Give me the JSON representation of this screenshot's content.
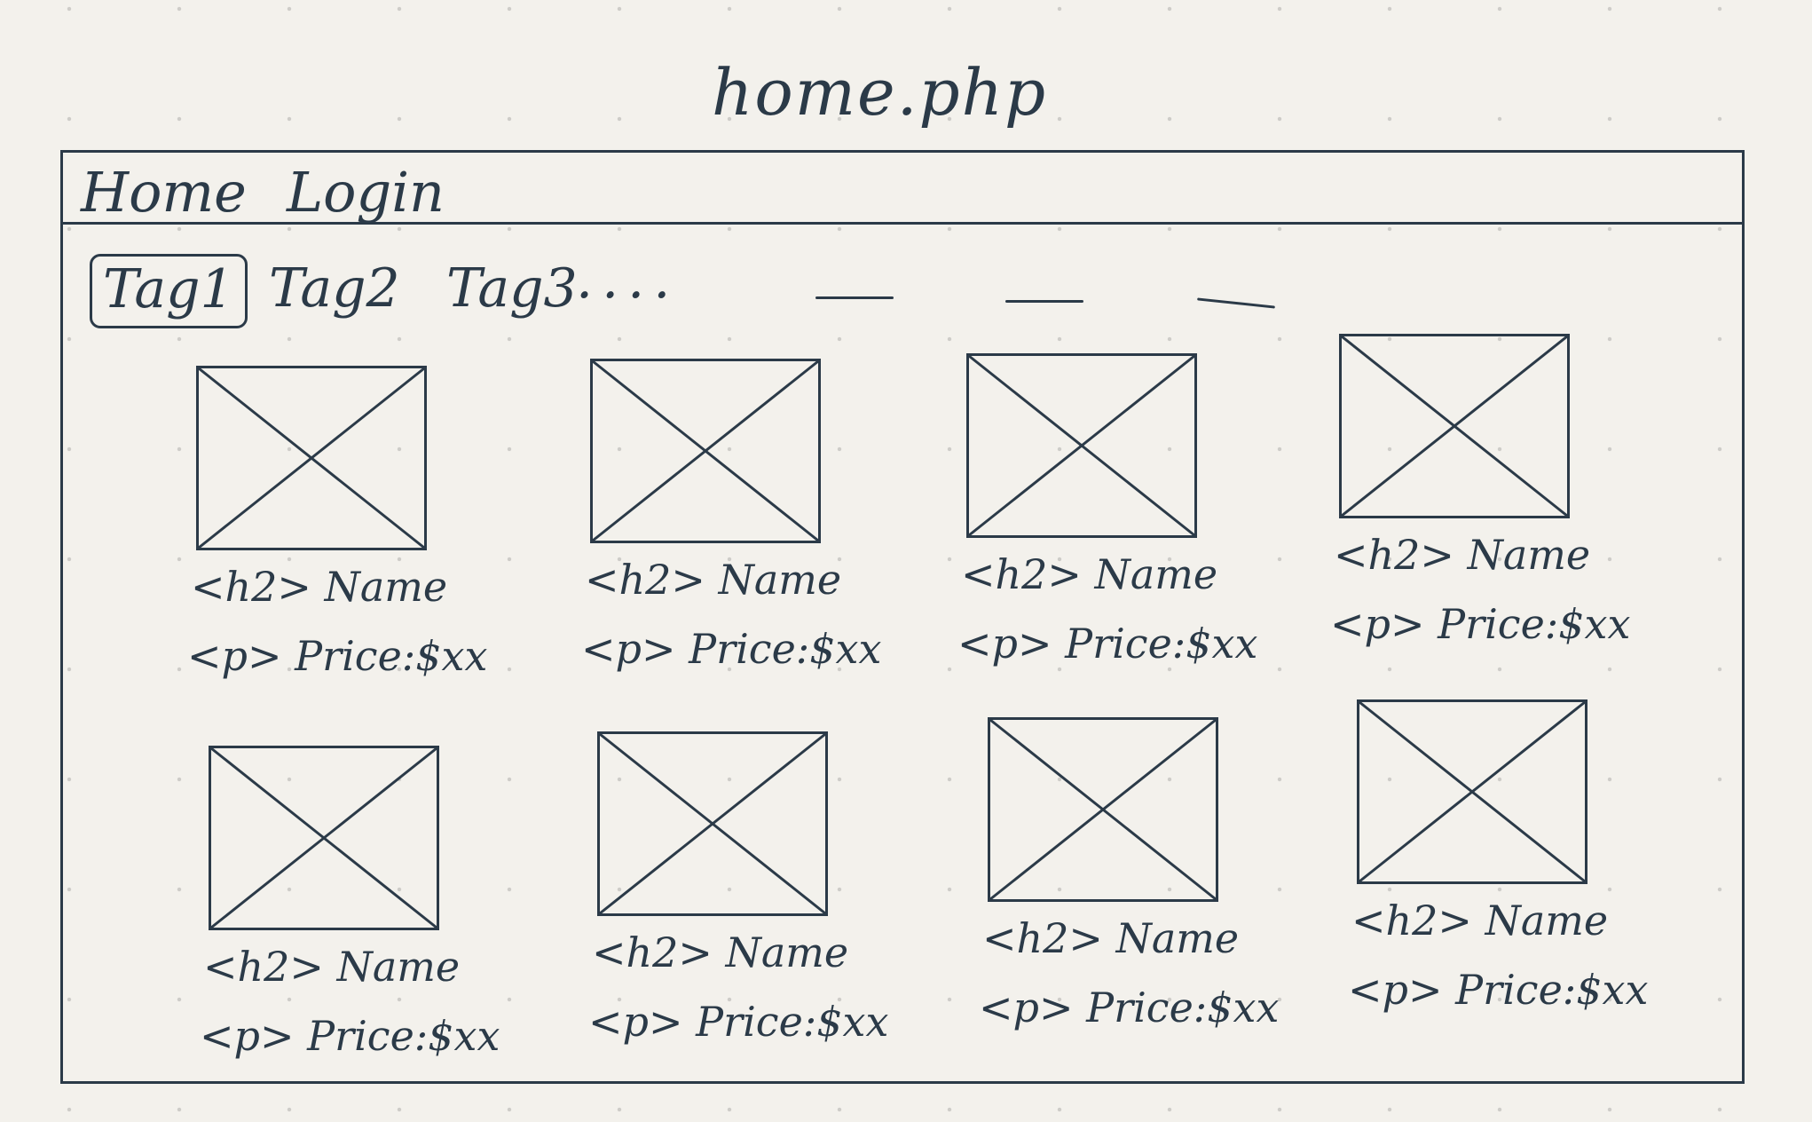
{
  "page": {
    "title": "home.php"
  },
  "nav": {
    "items": [
      {
        "label": "Home"
      },
      {
        "label": "Login"
      }
    ]
  },
  "tags": {
    "items": [
      {
        "label": "Tag1"
      },
      {
        "label": "Tag2"
      },
      {
        "label": "Tag3"
      }
    ],
    "ellipsis": "...."
  },
  "products": [
    {
      "name": "<h2> Name",
      "price": "<p> Price:$xx",
      "image_icon": "image-placeholder-icon"
    },
    {
      "name": "<h2> Name",
      "price": "<p> Price:$xx",
      "image_icon": "image-placeholder-icon"
    },
    {
      "name": "<h2> Name",
      "price": "<p> Price:$xx",
      "image_icon": "image-placeholder-icon"
    },
    {
      "name": "<h2> Name",
      "price": "<p> Price:$xx",
      "image_icon": "image-placeholder-icon"
    },
    {
      "name": "<h2> Name",
      "price": "<p> Price:$xx",
      "image_icon": "image-placeholder-icon"
    },
    {
      "name": "<h2> Name",
      "price": "<p> Price:$xx",
      "image_icon": "image-placeholder-icon"
    },
    {
      "name": "<h2> Name",
      "price": "<p> Price:$xx",
      "image_icon": "image-placeholder-icon"
    },
    {
      "name": "<h2> Name",
      "price": "<p> Price:$xx",
      "image_icon": "image-placeholder-icon"
    }
  ],
  "colors": {
    "ink": "#2b3a48",
    "paper": "#f3f1ec"
  }
}
